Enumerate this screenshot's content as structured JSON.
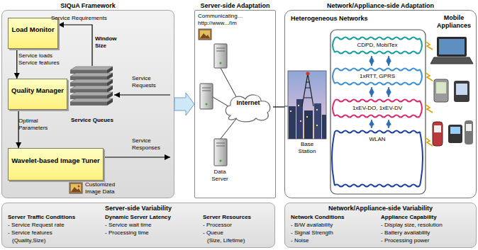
{
  "diagram": {
    "nodes": [
      {
        "text": [
          "SIQuA Framework"
        ]
      },
      {
        "text": [
          "Load Monitor"
        ],
        "in": 0
      },
      {
        "text": [
          "Quality Manager"
        ],
        "in": 0
      },
      {
        "text": [
          "Wavelet-based Image Tuner"
        ],
        "in": 0
      },
      {
        "text": [
          "Service Queues"
        ],
        "in": 0
      },
      {
        "text": [
          "Server-side Adaptation"
        ]
      },
      {
        "text": [
          "Internet"
        ],
        "in": 5
      },
      {
        "text": [
          "Network/Appliance-side Adaptation"
        ]
      },
      {
        "text": [
          "Server-side Variability",
          "Server Traffic Conditions",
          "- Service Request rate",
          "- Service features",
          "(Quality,Size)",
          "Dynamic Server Latency",
          "- Service wait time",
          "- Processing time",
          "Server Resources",
          "- Processor",
          "- Queue",
          "(Size, Lifetime)"
        ]
      },
      {
        "text": [
          "Network/Appliance-side Variability",
          "Network Conditions",
          "- B/W availability",
          "- Signal Strength",
          "- Noise",
          "Appliance Capability",
          "- Display size, resolution",
          "- Battery availability",
          "- Processing power"
        ]
      }
    ],
    "edges": [
      {
        "from": 1,
        "to": 2,
        "arrow": "to",
        "label": "Service loads Service features"
      },
      {
        "from": 2,
        "to": 3,
        "arrow": "to",
        "label": "Optimal Parameters"
      },
      {
        "from": 4,
        "to": 1,
        "arrow": "to",
        "label": "Service Requirements"
      },
      {
        "from": 0,
        "to": 5,
        "arrow": "to"
      },
      {
        "from": 6,
        "to": 7,
        "arrow": "none"
      }
    ],
    "labels": [
      "Window Size",
      "Service Requests",
      "Service Responses",
      "Customized Image Data",
      "Communicating…",
      "http://www.../Im",
      "Data Server",
      "Heterogeneous Networks",
      "Mobile Appliances",
      "Base Station",
      "CDPD, MobiTex",
      "1xRTT, GPRS",
      "1xEV-DO, 1xEV-DV",
      "WLAN"
    ]
  }
}
